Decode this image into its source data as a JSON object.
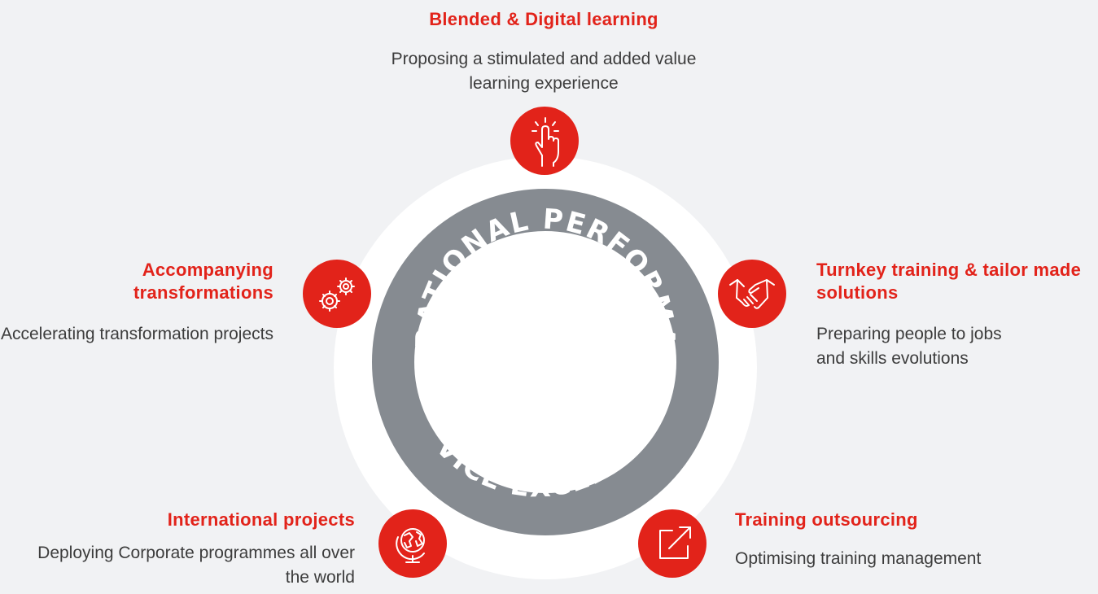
{
  "ring": {
    "top_text": "OPERATIONAL PERFORMANCE",
    "bottom_text": "SERVICE EXCELLENCE"
  },
  "items": [
    {
      "title": "Blended & Digital learning",
      "description": "Proposing a stimulated and added value learning experience",
      "icon": "tap-finger-icon"
    },
    {
      "title": "Turnkey training & tailor made solutions",
      "description": "Preparing people to jobs and skills evolutions",
      "icon": "handshake-icon"
    },
    {
      "title": "Training outsourcing",
      "description": "Optimising training management",
      "icon": "external-link-icon"
    },
    {
      "title": "International projects",
      "description": "Deploying Corporate programmes all over the world",
      "icon": "globe-icon"
    },
    {
      "title": "Accompanying transformations",
      "description": "Accelerating transformation projects",
      "icon": "gears-icon"
    }
  ],
  "colors": {
    "accent": "#e2231a",
    "ring": "#868b91",
    "halo": "#ffffff",
    "background": "#f1f2f4",
    "text": "#3c3c3c"
  }
}
